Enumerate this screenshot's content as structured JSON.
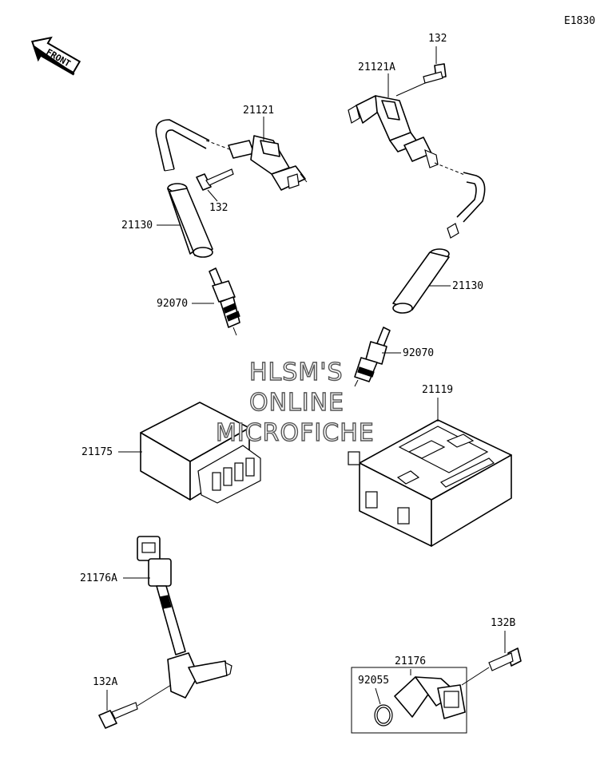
{
  "diagram_code": "E1830",
  "front_label": "FRONT",
  "watermark": [
    "HLSM'S",
    "ONLINE",
    "MICROFICHE"
  ],
  "labels": {
    "ignition_coil_left": "21121",
    "ignition_coil_right": "21121A",
    "bolt_top_right": "132",
    "bolt_left_coil": "132",
    "plug_cap_left": "21130",
    "plug_cap_right": "21130",
    "spark_plug_left": "92070",
    "spark_plug_right": "92070",
    "module_left": "21175",
    "ecu_right": "21119",
    "sensor_left": "21176A",
    "bolt_sensor_left": "132A",
    "sensor_right_group": "21176",
    "oring": "92055",
    "bolt_sensor_right": "132B"
  }
}
